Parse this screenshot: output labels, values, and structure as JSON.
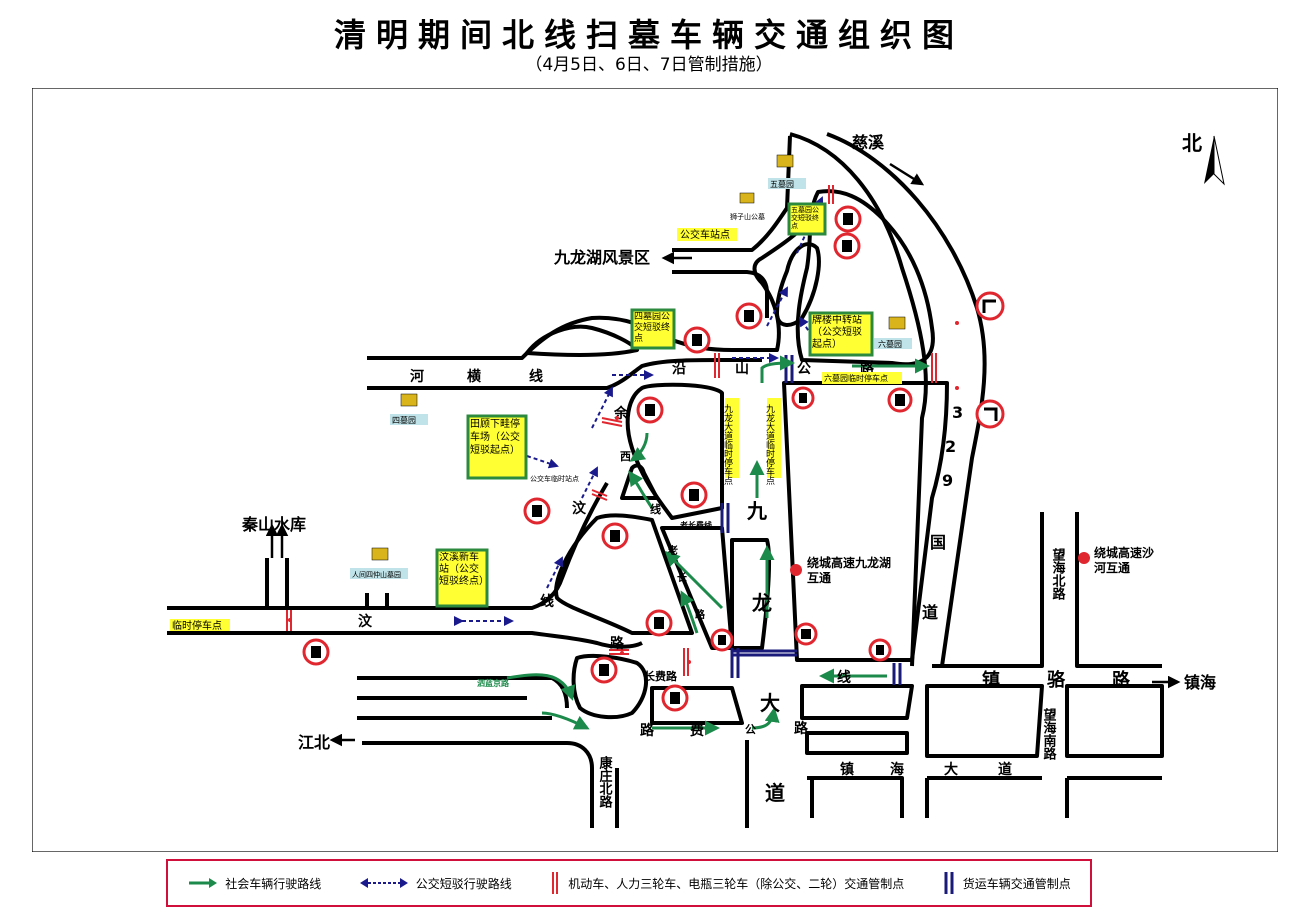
{
  "header": {
    "title": "清明期间北线扫墓车辆交通组织图",
    "subtitle": "（4月5日、6日、7日管制措施）"
  },
  "compass": {
    "label": "北"
  },
  "places": {
    "cixi": "慈溪",
    "jiulonghu": "九龙湖风景区",
    "qinshan": "秦山水库",
    "jiangbei": "江北",
    "zhenhai": "镇海",
    "wuguling": "五墓园",
    "shizishan": "狮子山公墓",
    "liumuyuan": "六墓园",
    "simuyuan": "四墓园",
    "renjian": "人间四仲山墓园"
  },
  "roads": {
    "heng_1": "河",
    "heng_2": "横",
    "heng_3": "线",
    "yanshan_1": "沿",
    "yanshan_2": "山",
    "yanshan_3": "公",
    "yanshan_4": "路",
    "yu_1": "余",
    "xi_1": "汶",
    "xi_2": "线",
    "ximen_1": "西",
    "ximen_2": "线",
    "jl_1": "九",
    "jl_2": "龙",
    "jl_3": "大",
    "jl_4": "道",
    "lao_1": "老",
    "lao_2": "长",
    "lao_3": "路",
    "laochangfei": "老长费线",
    "g329_1": "3",
    "g329_2": "2",
    "g329_3": "9",
    "g329_4": "国",
    "g329_5": "道",
    "wenxi": "汶",
    "lu": "路",
    "changfei": "长费路",
    "lu_fei_1": "路",
    "lu_fei_2": "费",
    "lu_fei_3": "公",
    "lu_fei_4": "路",
    "xian": "线",
    "zhenlu_1": "镇",
    "zhenlu_2": "骆",
    "zhenlu_3": "路",
    "zhenhai_1": "镇",
    "zhenhai_2": "海",
    "zhenhai_3": "大",
    "zhenhai_4": "道",
    "wanghai_n": "望海北路",
    "wanghai_s": "望海南路",
    "kangzhuang": "康庄北路",
    "jiangyan": "泗蓝京路"
  },
  "labels": {
    "bus_stop": "公交车站点",
    "paifang": "牌楼中转站（公交短驳起点）",
    "simu_bus": "四墓园公交短驳终点",
    "wumu_bus": "五墓园公交短驳终点",
    "tianli": "田顾下畦停车场（公交短驳起点）",
    "wenxi_new": "汶溪新车站（公交短驳终点）",
    "liumu_temp": "六墓园临时停车点",
    "temp_park": "临时停车点",
    "jl_temp_1": "九龙大道临时停车点",
    "jl_temp_2": "九龙大道临时停车点",
    "bus_temp": "公交车临时站点",
    "interchange_jl": "绕城高速九龙湖互通",
    "interchange_sh": "绕城高速沙河互通"
  },
  "legend": {
    "social": "社会车辆行驶路线",
    "bus": "公交短驳行驶路线",
    "control": "机动车、人力三轮车、电瓶三轮车（除公交、二轮）交通管制点",
    "truck": "货运车辆交通管制点"
  },
  "colors": {
    "road": "#000000",
    "social_arrow": "#1b8a4a",
    "bus_arrow": "#1a1a8c",
    "control": "#e0262e",
    "truck": "#1a1a7a",
    "label_yellow": "#ffff33",
    "label_green": "#2b8a3e",
    "cemetery_box": "#bfe3e8",
    "sign_red": "#e0262e"
  }
}
